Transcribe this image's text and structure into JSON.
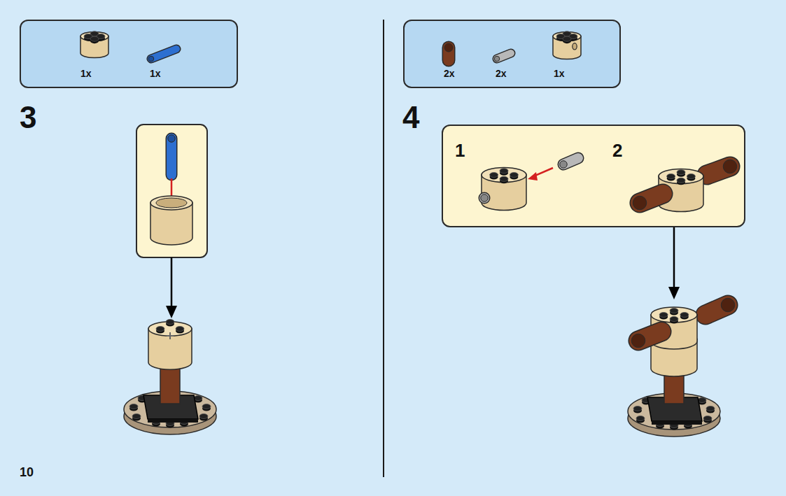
{
  "diagram": {
    "nodes": [
      {
        "text": [
          "1x",
          "1x"
        ]
      },
      {
        "text": [
          "2x",
          "2x",
          "1x"
        ]
      },
      {
        "text": [
          "1",
          "2"
        ]
      }
    ],
    "labels": [
      "3",
      "4",
      "10"
    ]
  }
}
